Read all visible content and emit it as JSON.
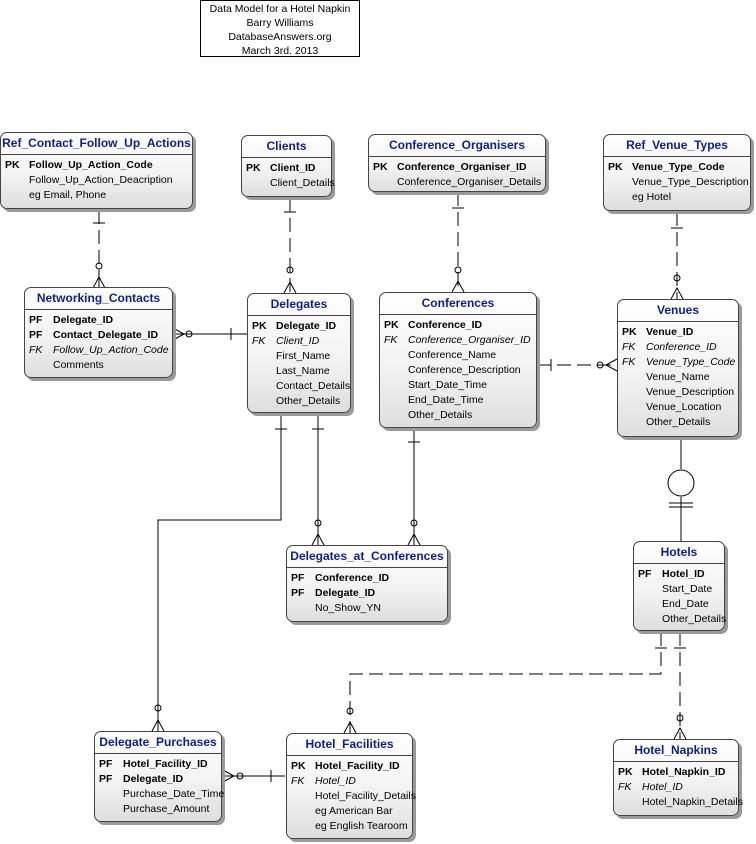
{
  "title": {
    "line1": "Data Model for a Hotel Napkin",
    "line2": "Barry Williams",
    "line3": "DatabaseAnswers.org",
    "line4": "March 3rd. 2013"
  },
  "entities": {
    "ref_contact_follow_up_actions": {
      "name": "Ref_Contact_Follow_Up_Actions",
      "attrs": [
        {
          "key": "PK",
          "name": "Follow_Up_Action_Code",
          "kind": "key"
        },
        {
          "key": "",
          "name": "Follow_Up_Action_Deacription",
          "kind": "plain"
        },
        {
          "key": "",
          "name": "eg Email, Phone",
          "kind": "plain"
        }
      ]
    },
    "clients": {
      "name": "Clients",
      "attrs": [
        {
          "key": "PK",
          "name": "Client_ID",
          "kind": "key"
        },
        {
          "key": "",
          "name": "Client_Details",
          "kind": "plain"
        }
      ]
    },
    "conference_organisers": {
      "name": "Conference_Organisers",
      "attrs": [
        {
          "key": "PK",
          "name": "Conference_Organiser_ID",
          "kind": "key"
        },
        {
          "key": "",
          "name": "Conference_Organiser_Details",
          "kind": "plain"
        }
      ]
    },
    "ref_venue_types": {
      "name": "Ref_Venue_Types",
      "attrs": [
        {
          "key": "PK",
          "name": "Venue_Type_Code",
          "kind": "key"
        },
        {
          "key": "",
          "name": "Venue_Type_Description",
          "kind": "plain"
        },
        {
          "key": "",
          "name": "eg Hotel",
          "kind": "plain"
        }
      ]
    },
    "networking_contacts": {
      "name": "Networking_Contacts",
      "attrs": [
        {
          "key": "PF",
          "name": "Delegate_ID",
          "kind": "key"
        },
        {
          "key": "PF",
          "name": "Contact_Delegate_ID",
          "kind": "key"
        },
        {
          "key": "FK",
          "name": "Follow_Up_Action_Code",
          "kind": "fk"
        },
        {
          "key": "",
          "name": "Comments",
          "kind": "plain"
        }
      ]
    },
    "delegates": {
      "name": "Delegates",
      "attrs": [
        {
          "key": "PK",
          "name": "Delegate_ID",
          "kind": "key"
        },
        {
          "key": "FK",
          "name": "Client_ID",
          "kind": "fk"
        },
        {
          "key": "",
          "name": "First_Name",
          "kind": "plain"
        },
        {
          "key": "",
          "name": "Last_Name",
          "kind": "plain"
        },
        {
          "key": "",
          "name": "Contact_Details",
          "kind": "plain"
        },
        {
          "key": "",
          "name": "Other_Details",
          "kind": "plain"
        }
      ]
    },
    "conferences": {
      "name": "Conferences",
      "attrs": [
        {
          "key": "PK",
          "name": "Conference_ID",
          "kind": "key"
        },
        {
          "key": "FK",
          "name": "Conference_Organiser_ID",
          "kind": "fk"
        },
        {
          "key": "",
          "name": "Conference_Name",
          "kind": "plain"
        },
        {
          "key": "",
          "name": "Conference_Description",
          "kind": "plain"
        },
        {
          "key": "",
          "name": "Start_Date_Time",
          "kind": "plain"
        },
        {
          "key": "",
          "name": "End_Date_Time",
          "kind": "plain"
        },
        {
          "key": "",
          "name": "Other_Details",
          "kind": "plain"
        }
      ]
    },
    "venues": {
      "name": "Venues",
      "attrs": [
        {
          "key": "PK",
          "name": "Venue_ID",
          "kind": "key"
        },
        {
          "key": "FK",
          "name": "Conference_ID",
          "kind": "fk"
        },
        {
          "key": "FK",
          "name": "Venue_Type_Code",
          "kind": "fk"
        },
        {
          "key": "",
          "name": "Venue_Name",
          "kind": "plain"
        },
        {
          "key": "",
          "name": "Venue_Description",
          "kind": "plain"
        },
        {
          "key": "",
          "name": "Venue_Location",
          "kind": "plain"
        },
        {
          "key": "",
          "name": "Other_Details",
          "kind": "plain"
        }
      ]
    },
    "delegates_at_conferences": {
      "name": "Delegates_at_Conferences",
      "attrs": [
        {
          "key": "PF",
          "name": "Conference_ID",
          "kind": "key"
        },
        {
          "key": "PF",
          "name": "Delegate_ID",
          "kind": "key"
        },
        {
          "key": "",
          "name": "No_Show_YN",
          "kind": "plain"
        }
      ]
    },
    "hotels": {
      "name": "Hotels",
      "attrs": [
        {
          "key": "PF",
          "name": "Hotel_ID",
          "kind": "key"
        },
        {
          "key": "",
          "name": "Start_Date",
          "kind": "plain"
        },
        {
          "key": "",
          "name": "End_Date",
          "kind": "plain"
        },
        {
          "key": "",
          "name": "Other_Details",
          "kind": "plain"
        }
      ]
    },
    "delegate_purchases": {
      "name": "Delegate_Purchases",
      "attrs": [
        {
          "key": "PF",
          "name": "Hotel_Facility_ID",
          "kind": "key"
        },
        {
          "key": "PF",
          "name": "Delegate_ID",
          "kind": "key"
        },
        {
          "key": "",
          "name": "Purchase_Date_Time",
          "kind": "plain"
        },
        {
          "key": "",
          "name": "Purchase_Amount",
          "kind": "plain"
        }
      ]
    },
    "hotel_facilities": {
      "name": "Hotel_Facilities",
      "attrs": [
        {
          "key": "PK",
          "name": "Hotel_Facility_ID",
          "kind": "key"
        },
        {
          "key": "FK",
          "name": "Hotel_ID",
          "kind": "fk"
        },
        {
          "key": "",
          "name": "Hotel_Facility_Details",
          "kind": "plain"
        },
        {
          "key": "",
          "name": "eg American Bar",
          "kind": "plain"
        },
        {
          "key": "",
          "name": "eg English Tearoom",
          "kind": "plain"
        }
      ]
    },
    "hotel_napkins": {
      "name": "Hotel_Napkins",
      "attrs": [
        {
          "key": "PK",
          "name": "Hotel_Napkin_ID",
          "kind": "key"
        },
        {
          "key": "FK",
          "name": "Hotel_ID",
          "kind": "fk"
        },
        {
          "key": "",
          "name": "Hotel_Napkin_Details",
          "kind": "plain"
        }
      ]
    }
  },
  "colors": {
    "entity_name": "#0e1f8c",
    "border": "#444444",
    "shadow": "#9a9a9a",
    "line": "#000000"
  }
}
